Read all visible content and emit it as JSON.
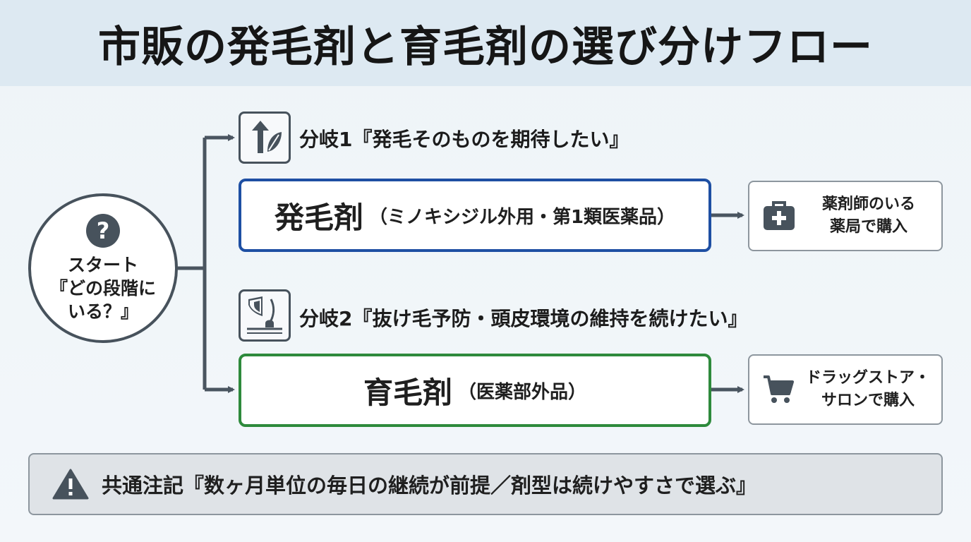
{
  "title": "市販の発毛剤と育毛剤の選び分けフロー",
  "start": {
    "icon": "question-icon",
    "icon_glyph": "?",
    "text": "スタート\n『どの段階に\nいる？』"
  },
  "branches": [
    {
      "icon": "arrow-up-leaf-icon",
      "label": "分岐1『発毛そのものを期待したい』",
      "product_main": "発毛剤",
      "product_sub": "（ミノキシジル外用・第1類医薬品）",
      "border_color": "#1e4fa3",
      "destination_icon": "first-aid-kit-icon",
      "destination": "薬剤師のいる\n薬局で購入"
    },
    {
      "icon": "shield-hair-follicle-icon",
      "label": "分岐2『抜け毛予防・頭皮環境の維持を続けたい』",
      "product_main": "育毛剤",
      "product_sub": "（医薬部外品）",
      "border_color": "#2e8a3c",
      "destination_icon": "shopping-cart-icon",
      "destination": "ドラッグストア・\nサロンで購入"
    }
  ],
  "note": {
    "icon": "warning-icon",
    "text": "共通注記『数ヶ月単位の毎日の継続が前提／剤型は続けやすさで選ぶ』"
  },
  "colors": {
    "connector": "#4a5560",
    "header_bg": "#dde9f2",
    "note_bg": "#dfe3e7"
  }
}
